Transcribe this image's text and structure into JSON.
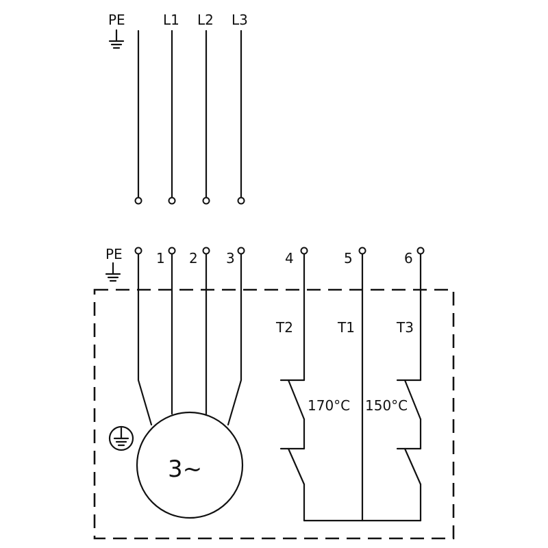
{
  "supply": {
    "pe": "PE",
    "l1": "L1",
    "l2": "L2",
    "l3": "L3"
  },
  "terminals": {
    "pe": "PE",
    "t1": "1",
    "t2": "2",
    "t3": "3",
    "t4": "4",
    "t5": "5",
    "t6": "6"
  },
  "thermal": {
    "t2_label": "T2",
    "t1_label": "T1",
    "t3_label": "T3",
    "temp_left": "170°C",
    "temp_right": "150°C"
  },
  "motor": {
    "label": "3~"
  },
  "icons": [
    "ground-icon",
    "protective-earth-icon",
    "terminal-icon",
    "normally-closed-contact-icon"
  ]
}
